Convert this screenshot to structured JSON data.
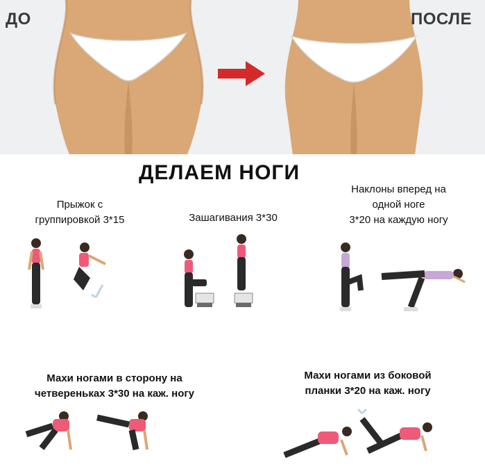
{
  "header": {
    "before_label": "ДО",
    "after_label": "ПОСЛЕ"
  },
  "title": "ДЕЛАЕМ НОГИ",
  "exercises": [
    {
      "line1": "Прыжок с",
      "line2": "группировкой 3*15"
    },
    {
      "line1": "Зашагивания 3*30"
    },
    {
      "line1": "Наклоны вперед на",
      "line2": "одной ноге",
      "line3": "3*20 на каждую ногу"
    },
    {
      "line1": "Махи ногами в сторону на",
      "line2": "четвереньках 3*30 на каж. ногу"
    },
    {
      "line1": "Махи ногами из боковой",
      "line2": "планки 3*20 на каж. ногу"
    }
  ],
  "colors": {
    "skin": "#d9a876",
    "skin_shadow": "#b98552",
    "arrow": "#d42a2a",
    "top_pink": "#ee5a78",
    "pants": "#2a2a2a",
    "shirt_lavender": "#c6a7d8"
  },
  "icons": [
    "arrow-right-icon",
    "step-box-icon"
  ]
}
